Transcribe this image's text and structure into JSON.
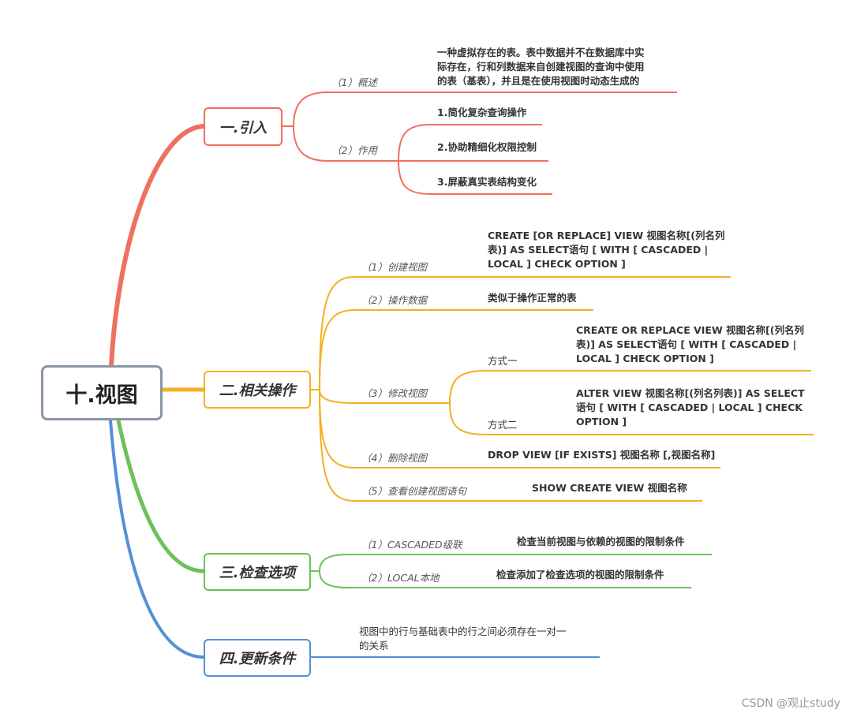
{
  "root": "十.视图",
  "branches": [
    {
      "title": "一.引入",
      "items": [
        {
          "label": "（1）概述",
          "content": [
            "一种虚拟存在的表。表中数据并不在数据库中实",
            "际存在，行和列数据来自创建视图的查询中使用",
            "的表（基表），并且是在使用视图时动态生成的"
          ]
        },
        {
          "label": "（2）作用",
          "subitems": [
            "1.简化复杂查询操作",
            "2.协助精细化权限控制",
            "3.屏蔽真实表结构变化"
          ]
        }
      ]
    },
    {
      "title": "二.相关操作",
      "items": [
        {
          "label": "（1）创建视图",
          "content": [
            "CREATE [OR REPLACE] VIEW 视图名称[(列名列",
            "表)] AS SELECT语句 [ WITH [ CASCADED |",
            "LOCAL ] CHECK OPTION ]"
          ]
        },
        {
          "label": "（2）操作数据",
          "content": [
            "类似于操作正常的表"
          ]
        },
        {
          "label": "（3）修改视图",
          "subitems": [
            {
              "label": "方式一",
              "content": [
                "CREATE OR REPLACE VIEW 视图名称[(列名列",
                "表)] AS SELECT语句 [ WITH [ CASCADED |",
                "LOCAL ] CHECK OPTION ]"
              ]
            },
            {
              "label": "方式二",
              "content": [
                "ALTER VIEW  视图名称[(列名列表)] AS SELECT",
                "语句 [ WITH [ CASCADED | LOCAL ] CHECK",
                "OPTION ]"
              ]
            }
          ]
        },
        {
          "label": "（4）删除视图",
          "content": [
            "DROP VIEW [IF EXISTS] 视图名称 [,视图名称]"
          ]
        },
        {
          "label": "（5）查看创建视图语句",
          "content": [
            "SHOW  CREATE  VIEW  视图名称"
          ]
        }
      ]
    },
    {
      "title": "三.检查选项",
      "items": [
        {
          "label": "（1）CASCADED级联",
          "content": [
            "检查当前视图与依赖的视图的限制条件"
          ]
        },
        {
          "label": "（2）LOCAL本地",
          "content": [
            "检查添加了检查选项的视图的限制条件"
          ]
        }
      ]
    },
    {
      "title": "四.更新条件",
      "items": [
        {
          "content": [
            "视图中的行与基础表中的行之间必须存在一对一",
            "的关系"
          ]
        }
      ]
    }
  ],
  "colors": {
    "red": "#f07060",
    "orange": "#f5b020",
    "green": "#6cc15a",
    "blue": "#5590d6",
    "root_border": "#8a95a3"
  },
  "watermark": "CSDN @观止study"
}
